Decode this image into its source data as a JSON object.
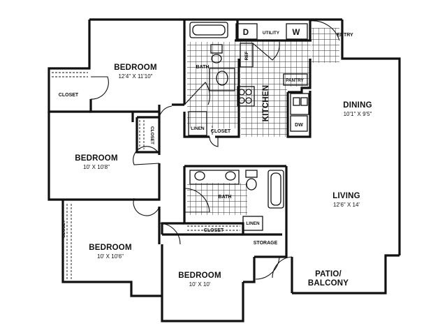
{
  "labels": {
    "bedroom_top": "BEDROOM",
    "bedroom_top_dim": "12'4\" X 11'10\"",
    "bedroom_left": "BEDROOM",
    "bedroom_left_dim": "10' X 10'8\"",
    "bedroom_bottom_left": "BEDROOM",
    "bedroom_bottom_left_dim": "10' X 10'6\"",
    "bedroom_bottom": "BEDROOM",
    "bedroom_bottom_dim": "10' X 10'",
    "dining": "DINING",
    "dining_dim": "10'1\" X 9'5\"",
    "living": "LIVING",
    "living_dim": "12'6\" X 14'",
    "kitchen": "KITCHEN",
    "bath_top": "BATH",
    "bath_bottom": "BATH",
    "closet_left_top": "CLOSET",
    "closet_vertical": "CLOSET",
    "closet_left_bottom": "CLOSET",
    "closet_hall": "CLOSET",
    "closet_bottom": "CLOSET",
    "linen_top": "LINEN",
    "linen_bottom": "LINEN",
    "storage": "STORAGE",
    "patio_line1": "PATIO/",
    "patio_line2": "BALCONY",
    "utility": "UTILITY",
    "dryer": "D",
    "washer": "W",
    "entry": "ENTRY",
    "refrigerator": "REF",
    "dishwasher": "DW",
    "pantry": "PANTRY"
  }
}
